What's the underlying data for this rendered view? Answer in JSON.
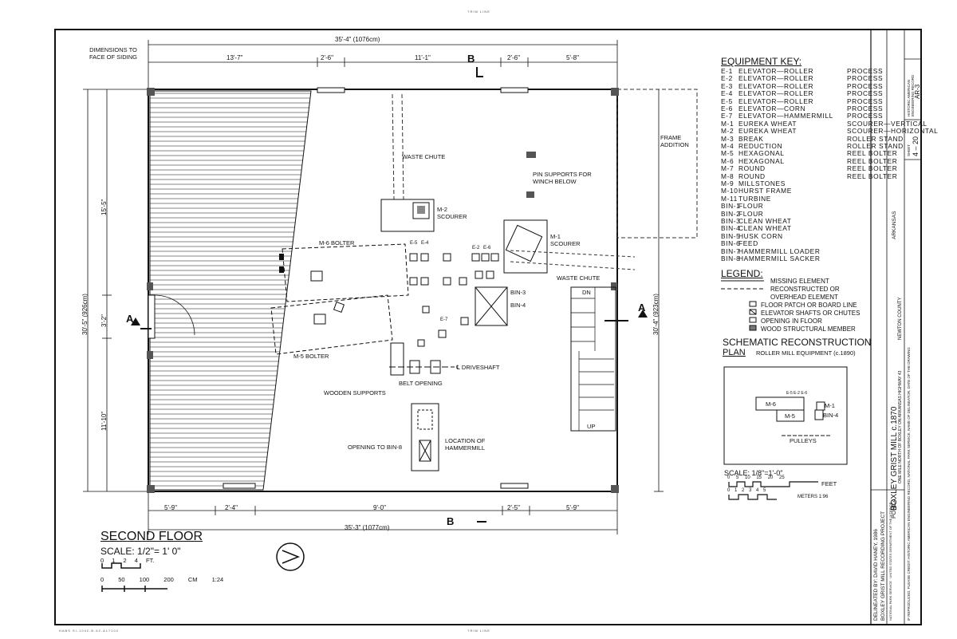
{
  "trim": {
    "top": "TRIM LINE",
    "bottom": "TRIM LINE",
    "fine_print": "HABS SI-1042-B-62-A17102"
  },
  "dims": {
    "overall_top": "35'-4\" (1076cm)",
    "top_segments": [
      "13'-7\"",
      "2'-6\"",
      "11'-1\"",
      "2'-6\"",
      "5'-8\""
    ],
    "left_segments": [
      "15'-5\"",
      "3'-2\"",
      "11'-10\""
    ],
    "left_overall": "30'-5\" (926cm)",
    "right_overall": "30'-4\" (923cm)",
    "bottom_segments": [
      "5'-9\"",
      "2'-4\"",
      "9'-0\"",
      "2'-5\"",
      "5'-9\""
    ],
    "overall_bottom": "35'-3\" (1077cm)",
    "siding_note": "DIMENSIONS TO FACE OF SIDING"
  },
  "section_marks": {
    "a": "A",
    "b": "B"
  },
  "labels": {
    "frame_addition": "FRAME ADDITION",
    "waste_chute_1": "WASTE CHUTE",
    "pin_supports": "PIN SUPPORTS FOR WINCH BELOW",
    "m2": "M-2 SCOURER",
    "m1": "M-1 SCOURER",
    "m6": "M-6 BOLTER",
    "m5": "M-5 BOLTER",
    "e5": "E-5",
    "e4": "E-4",
    "e2": "E-2",
    "e6": "E-6",
    "e7": "E-7",
    "bin3": "BIN-3",
    "bin4": "BIN-4",
    "waste_chute_2": "WASTE CHUTE",
    "dn": "DN",
    "up": "UP",
    "driveshaft": "℄ DRIVESHAFT",
    "belt_opening": "BELT OPENING",
    "wooden_supports": "WOODEN SUPPORTS",
    "opening_bin8": "OPENING TO BIN-8",
    "hammermill": "LOCATION OF HAMMERMILL"
  },
  "equipment_key": {
    "title": "EQUIPMENT KEY:",
    "rows": [
      {
        "code": "E-1",
        "desc": "ELEVATOR—ROLLER",
        "proc": "PROCESS"
      },
      {
        "code": "E-2",
        "desc": "ELEVATOR—ROLLER",
        "proc": "PROCESS"
      },
      {
        "code": "E-3",
        "desc": "ELEVATOR—ROLLER",
        "proc": "PROCESS"
      },
      {
        "code": "E-4",
        "desc": "ELEVATOR—ROLLER",
        "proc": "PROCESS"
      },
      {
        "code": "E-5",
        "desc": "ELEVATOR—ROLLER",
        "proc": "PROCESS"
      },
      {
        "code": "E-6",
        "desc": "ELEVATOR—CORN",
        "proc": "PROCESS"
      },
      {
        "code": "E-7",
        "desc": "ELEVATOR—HAMMERMILL",
        "proc": "PROCESS"
      },
      {
        "code": "M-1",
        "desc": "EUREKA WHEAT",
        "proc": "SCOURER—VERTICAL"
      },
      {
        "code": "M-2",
        "desc": "EUREKA WHEAT",
        "proc": "SCOURER—HORIZONTAL"
      },
      {
        "code": "M-3",
        "desc": "BREAK",
        "proc": "ROLLER STAND"
      },
      {
        "code": "M-4",
        "desc": "REDUCTION",
        "proc": "ROLLER STAND"
      },
      {
        "code": "M-5",
        "desc": "HEXAGONAL",
        "proc": "REEL BOLTER"
      },
      {
        "code": "M-6",
        "desc": "HEXAGONAL",
        "proc": "REEL BOLTER"
      },
      {
        "code": "M-7",
        "desc": "ROUND",
        "proc": "REEL BOLTER"
      },
      {
        "code": "M-8",
        "desc": "ROUND",
        "proc": "REEL BOLTER"
      },
      {
        "code": "M-9",
        "desc": "MILLSTONES",
        "proc": ""
      },
      {
        "code": "M-10",
        "desc": "HURST FRAME",
        "proc": ""
      },
      {
        "code": "M-11",
        "desc": "TURBINE",
        "proc": ""
      },
      {
        "code": "BIN-1",
        "desc": "FLOUR",
        "proc": ""
      },
      {
        "code": "BIN-2",
        "desc": "FLOUR",
        "proc": ""
      },
      {
        "code": "BIN-3",
        "desc": "CLEAN WHEAT",
        "proc": ""
      },
      {
        "code": "BIN-4",
        "desc": "CLEAN WHEAT",
        "proc": ""
      },
      {
        "code": "BIN-5",
        "desc": "HUSK CORN",
        "proc": ""
      },
      {
        "code": "BIN-6",
        "desc": "FEED",
        "proc": ""
      },
      {
        "code": "BIN-7",
        "desc": "HAMMERMILL LOADER",
        "proc": ""
      },
      {
        "code": "BIN-8",
        "desc": "HAMMERMILL SACKER",
        "proc": ""
      }
    ]
  },
  "legend": {
    "title": "LEGEND:",
    "items": [
      "MISSING ELEMENT",
      "RECONSTRUCTED OR OVERHEAD ELEMENT",
      "FLOOR PATCH OR BOARD LINE",
      "ELEVATOR SHAFTS OR CHUTES",
      "OPENING IN FLOOR",
      "WOOD STRUCTURAL MEMBER"
    ]
  },
  "schematic": {
    "title": "SCHEMATIC RECONSTRUCTION",
    "plan": "PLAN",
    "subtitle": "ROLLER MILL EQUIPMENT (c.1890)",
    "m6": "M-6",
    "m5": "M-5",
    "m1": "M-1",
    "bin4": "BIN-4",
    "pulleys": "PULLEYS",
    "e_labels": "E-5 E-2 E-6",
    "scale": "SCALE: 1/8\"=1'-0\"",
    "ticks_ft": [
      "0",
      "5",
      "10",
      "15",
      "20",
      "25"
    ],
    "feet": "FEET",
    "ticks_m": [
      "0",
      "1",
      "2",
      "3",
      "4",
      "5"
    ],
    "meters": "METERS 1:96"
  },
  "floor_title": {
    "title": "SECOND FLOOR",
    "scale": "SCALE: 1/2\"= 1' 0\"",
    "ticks_ft": [
      "0",
      "1",
      "2",
      "4 FT."
    ],
    "ticks_cm": [
      "0",
      "50",
      "100",
      "200 CM 1:24"
    ]
  },
  "title_block": {
    "delineated": "DELINEATED BY: DAVID HANEY, 1986",
    "project": "BOXLEY GRIST MILL RECORDING PROJECT",
    "agency": "NATIONAL PARK SERVICE · UNITED STATES DEPARTMENT OF THE INTERIOR",
    "name": "BOXLEY GRIST MILL   c.1870",
    "location": "ONE MILE NORTH OF BOXLEY ON ARKANSAS HIGHWAY 43",
    "county": "NEWTON COUNTY",
    "state": "ARKANSAS",
    "city": "PONCA",
    "credit": "IF REPRODUCED, PLEASE CREDIT: HISTORIC AMERICAN ENGINEERING RECORD, NATIONAL PARK SERVICE, NAME OF DELINEATOR, DATE OF THE DRAWING",
    "sheet_label": "SHEET",
    "sheet": "4 – 20",
    "haer": "HISTORIC AMERICAN ENGINEERING RECORD",
    "haer_no": "AR-3"
  }
}
